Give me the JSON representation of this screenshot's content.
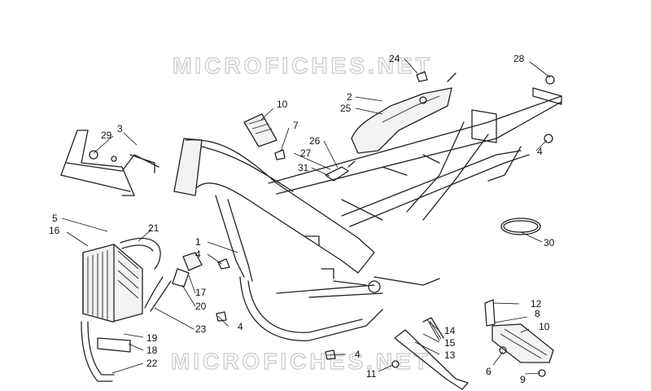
{
  "watermarks": [
    "MICROFICHES.NET",
    "MICROFICHES.NET"
  ],
  "callouts": {
    "c1": "1",
    "c2": "2",
    "c3": "3",
    "c4a": "4",
    "c4b": "4",
    "c4c": "4",
    "c4d": "4",
    "c5": "5",
    "c6": "6",
    "c7": "7",
    "c8": "8",
    "c9": "9",
    "c10a": "10",
    "c10b": "10",
    "c11": "11",
    "c12": "12",
    "c13": "13",
    "c14": "14",
    "c15": "15",
    "c16": "16",
    "c17": "17",
    "c18": "18",
    "c19": "19",
    "c20": "20",
    "c21": "21",
    "c22": "22",
    "c23": "23",
    "c24": "24",
    "c25": "25",
    "c26": "26",
    "c27": "27",
    "c28": "28",
    "c29": "29",
    "c30": "30",
    "c31": "31"
  }
}
